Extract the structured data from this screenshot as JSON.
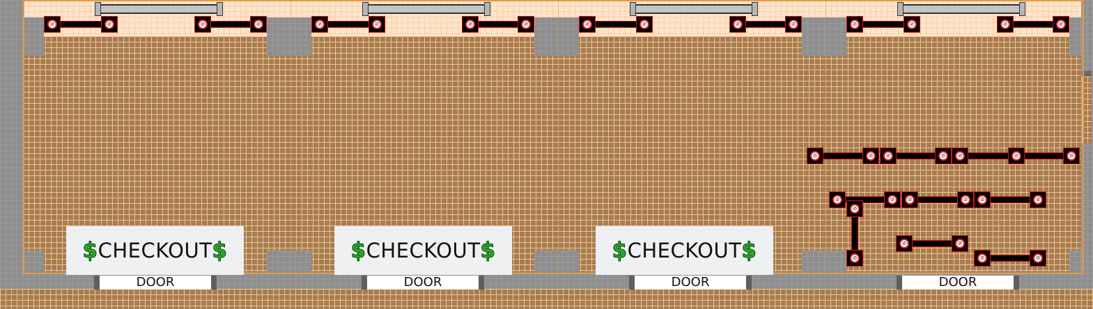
{
  "scene": "store-layout",
  "modules": [
    {
      "sign": {
        "prefix": "$",
        "label": "CHECKOUT",
        "suffix": "$"
      },
      "door": "DOOR"
    },
    {
      "sign": {
        "prefix": "$",
        "label": "CHECKOUT",
        "suffix": "$"
      },
      "door": "DOOR"
    },
    {
      "sign": {
        "prefix": "$",
        "label": "CHECKOUT",
        "suffix": "$"
      },
      "door": "DOOR"
    },
    {
      "door": "DOOR"
    }
  ],
  "icons": {
    "marker": "no-entry-icon",
    "barrier": "turnstile-barrier"
  },
  "colors": {
    "floor": "#a67c52",
    "zone": "#fde5cb",
    "wall": "#8e8e8e",
    "marker_border": "#d11111",
    "dollar": "#22b022"
  }
}
